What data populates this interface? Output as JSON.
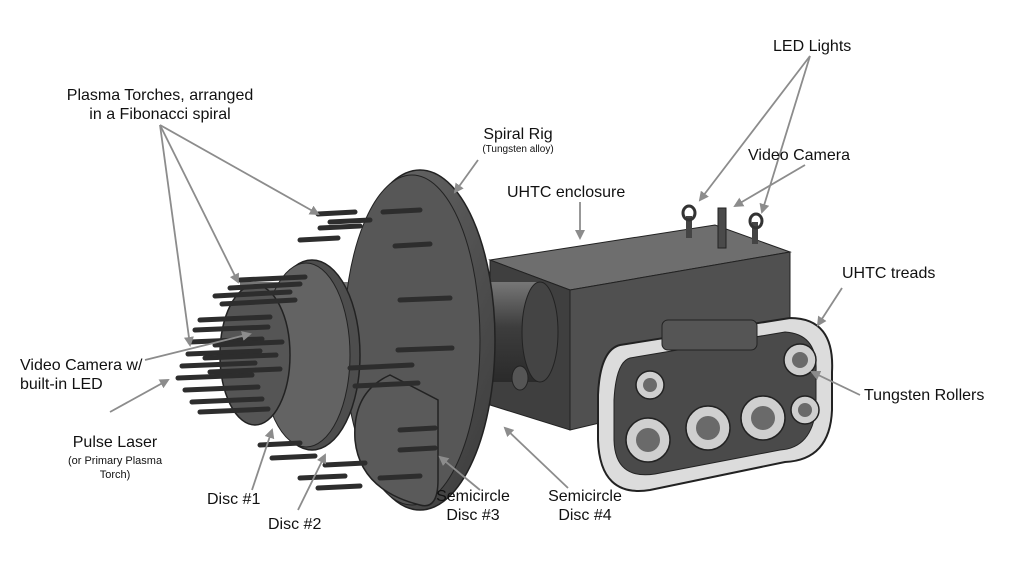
{
  "labels": {
    "plasma_torches_line1": "Plasma Torches, arranged",
    "plasma_torches_line2": "in a Fibonacci spiral",
    "spiral_rig": "Spiral Rig",
    "spiral_rig_note": "(Tungsten alloy)",
    "uhtc_enclosure": "UHTC enclosure",
    "led_lights": "LED Lights",
    "video_camera": "Video Camera",
    "uhtc_treads": "UHTC treads",
    "tungsten_rollers": "Tungsten Rollers",
    "video_camera_led_line1": "Video Camera w/",
    "video_camera_led_line2": "built-in LED",
    "pulse_laser": "Pulse Laser",
    "pulse_laser_note_line1": "(or Primary Plasma",
    "pulse_laser_note_line2": "Torch)",
    "disc1": "Disc #1",
    "disc2": "Disc #2",
    "semicircle3_line1": "Semicircle",
    "semicircle3_line2": "Disc #3",
    "semicircle4_line1": "Semicircle",
    "semicircle4_line2": "Disc #4"
  },
  "colors": {
    "body_dark": "#3f3f3f",
    "body_mid": "#5a5a5a",
    "body_light": "#8a8a8a",
    "tread": "#d8d8d8",
    "arrow": "#8c8c8c"
  }
}
